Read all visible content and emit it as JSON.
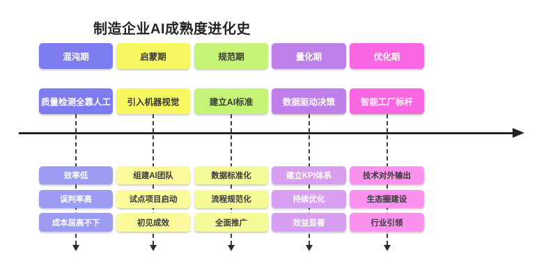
{
  "title": "制造企业AI成熟度进化史",
  "timeline": {
    "axis_color": "#222222",
    "connector_color": "#3a3a3a"
  },
  "stages": [
    {
      "name": "混沌期",
      "milestone": "质量检测全靠人工",
      "items": [
        "效率低",
        "误判率高",
        "成本居高不下"
      ],
      "color_main": "#7d7cee",
      "color_light": "#9c9cf2",
      "text_main": "#ffffff",
      "text_light": "#ffffff"
    },
    {
      "name": "启蒙期",
      "milestone": "引入机器视觉",
      "items": [
        "组建AI团队",
        "试点项目启动",
        "初见成效"
      ],
      "color_main": "#f7f75f",
      "color_light": "#fafa9c",
      "text_main": "#3a3a3a",
      "text_light": "#3a3a3a"
    },
    {
      "name": "规范期",
      "milestone": "建立AI标准",
      "items": [
        "数据标准化",
        "流程规范化",
        "全面推广"
      ],
      "color_main": "#c5f378",
      "color_light": "#f5f998",
      "text_main": "#3a3a3a",
      "text_light": "#3a3a3a"
    },
    {
      "name": "量化期",
      "milestone": "数据驱动决策",
      "items": [
        "建立KPI体系",
        "持续优化",
        "效益显著"
      ],
      "color_main": "#bf7fe9",
      "color_light": "#d89ff1",
      "text_main": "#ffffff",
      "text_light": "#ffffff"
    },
    {
      "name": "优化期",
      "milestone": "智能工厂标杆",
      "items": [
        "技术对外输出",
        "生态圈建设",
        "行业引领"
      ],
      "color_main": "#f966e2",
      "color_light": "#fb93ee",
      "text_main": "#ffffff",
      "text_light": "#3a3a3a"
    }
  ]
}
